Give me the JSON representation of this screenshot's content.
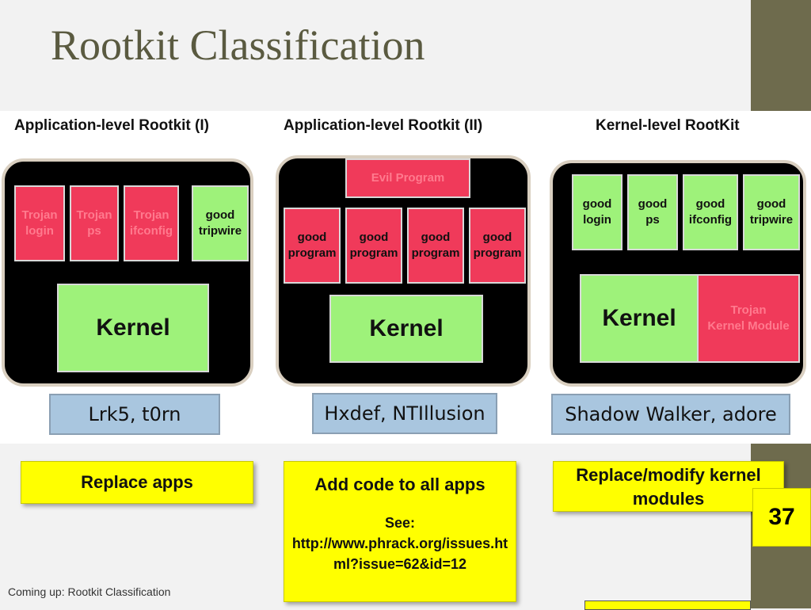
{
  "slide": {
    "title": "Rootkit Classification",
    "footer": "Coming up: Rootkit Classification",
    "page_number": "37"
  },
  "columns": [
    {
      "heading": "Application-level Rootkit (I)",
      "apps": [
        {
          "l1": "Trojan",
          "l2": "login"
        },
        {
          "l1": "Trojan",
          "l2": "ps"
        },
        {
          "l1": "Trojan",
          "l2": "ifconfig"
        },
        {
          "l1": "good",
          "l2": "tripwire"
        }
      ],
      "kernel": "Kernel",
      "examples": "Lrk5, t0rn",
      "note": "Replace apps"
    },
    {
      "heading": "Application-level Rootkit (II)",
      "evil": "Evil Program",
      "apps": [
        {
          "l1": "good",
          "l2": "program"
        },
        {
          "l1": "good",
          "l2": "program"
        },
        {
          "l1": "good",
          "l2": "program"
        },
        {
          "l1": "good",
          "l2": "program"
        }
      ],
      "kernel": "Kernel",
      "examples": "Hxdef, NTIllusion",
      "note": "Add code to all apps",
      "see_label": "See:",
      "see_link": "http://www.phrack.org/issues.html?issue=62&id=12"
    },
    {
      "heading": "Kernel-level RootKit",
      "apps": [
        {
          "l1": "good",
          "l2": "login"
        },
        {
          "l1": "good",
          "l2": "ps"
        },
        {
          "l1": "good",
          "l2": "ifconfig"
        },
        {
          "l1": "good",
          "l2": "tripwire"
        }
      ],
      "kernel": "Kernel",
      "trojan_module": {
        "l1": "Trojan",
        "l2": "Kernel Module"
      },
      "examples": "Shadow Walker, adore",
      "note": "Replace/modify kernel modules"
    }
  ],
  "colors": {
    "malicious": "#f03a5a",
    "benign": "#9ef27a",
    "note": "#ffff00",
    "example_tag": "#a9c6df"
  }
}
